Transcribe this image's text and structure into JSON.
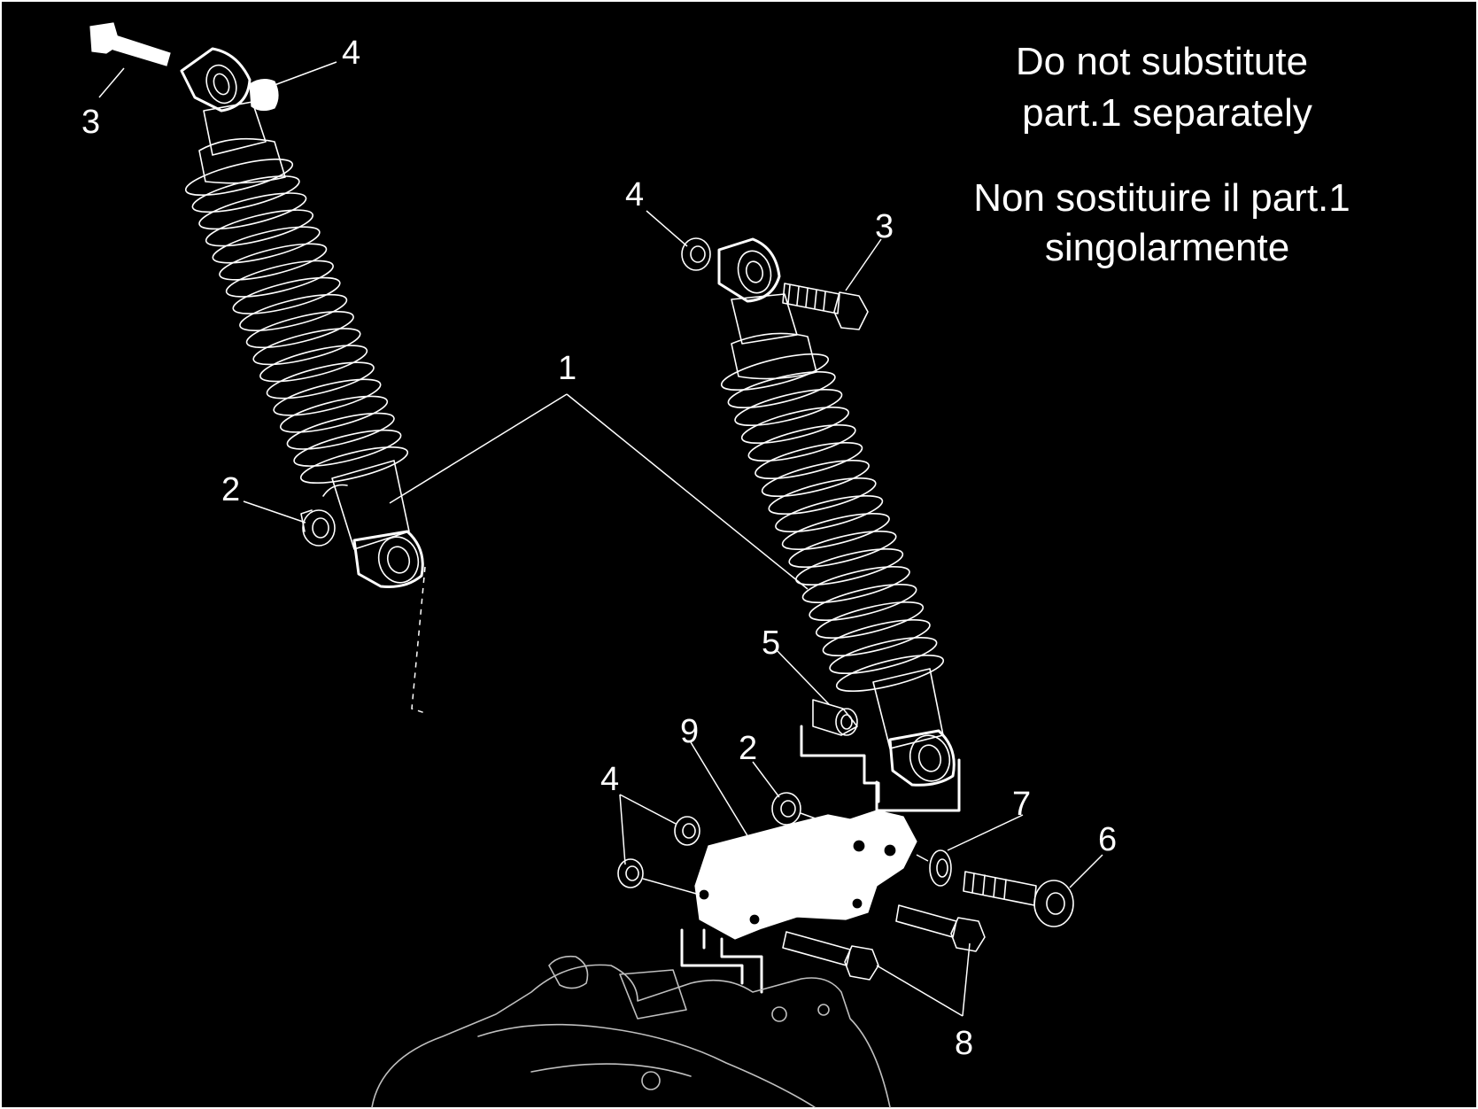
{
  "notes": {
    "en_line1": "Do not substitute",
    "en_line2": "part.1 separately",
    "it_line1": "Non sostituire il part.1",
    "it_line2": "singolarmente"
  },
  "callouts": {
    "c1": "1",
    "c2_left": "2",
    "c2_bottom": "2",
    "c3_left": "3",
    "c3_right": "3",
    "c4_left": "4",
    "c4_right": "4",
    "c4_bottom": "4",
    "c5": "5",
    "c6": "6",
    "c7": "7",
    "c8": "8",
    "c9": "9"
  },
  "colors": {
    "background": "#000000",
    "linework": "#ffffff"
  }
}
